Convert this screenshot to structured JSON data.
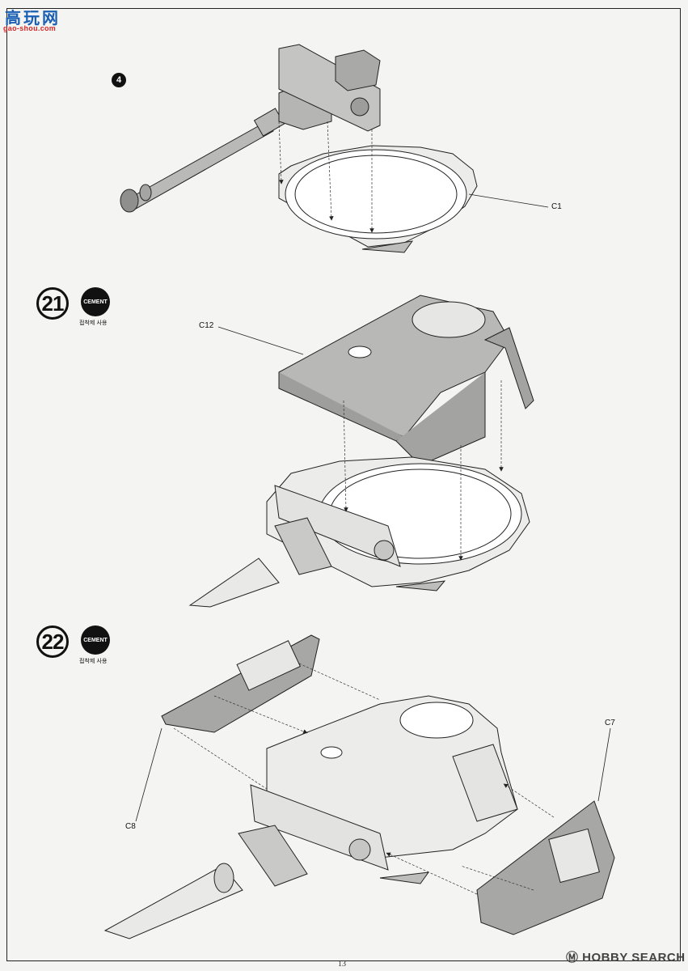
{
  "site_logo": {
    "title": "高玩网",
    "url": "gao-shou.com"
  },
  "substep": {
    "label": "4"
  },
  "parts": {
    "c1": "C1",
    "c12": "C12",
    "c7": "C7",
    "c8": "C8"
  },
  "steps": [
    {
      "number": "21",
      "cement": "CEMENT",
      "cement_note": "접착제 사용"
    },
    {
      "number": "22",
      "cement": "CEMENT",
      "cement_note": "접착제 사용"
    }
  ],
  "page_number": "13",
  "watermark": "Ⓜ HOBBY SEARCH"
}
